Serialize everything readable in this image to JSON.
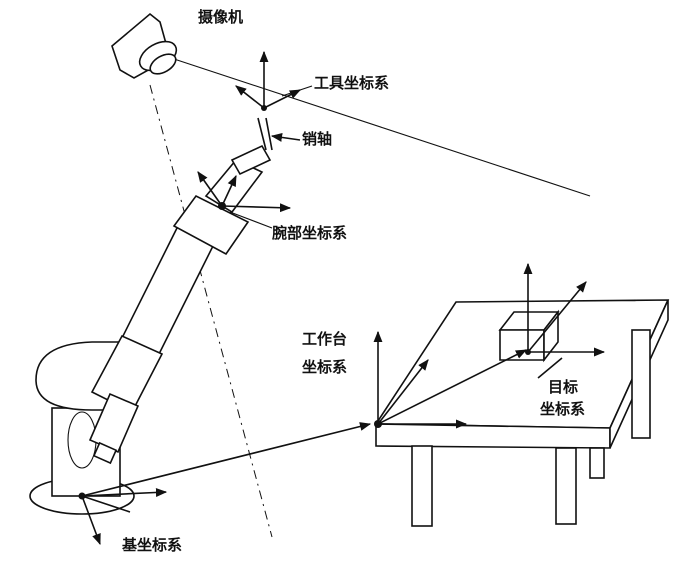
{
  "labels": {
    "camera": "摄像机",
    "tool_frame": "工具坐标系",
    "pin_axis": "销轴",
    "wrist_frame": "腕部坐标系",
    "worktable_frame_line1": "工作台",
    "worktable_frame_line2": "坐标系",
    "target_frame_line1": "目标",
    "target_frame_line2": "坐标系",
    "base_frame": "基坐标系"
  },
  "colors": {
    "ink": "#111111",
    "paper": "#ffffff"
  }
}
